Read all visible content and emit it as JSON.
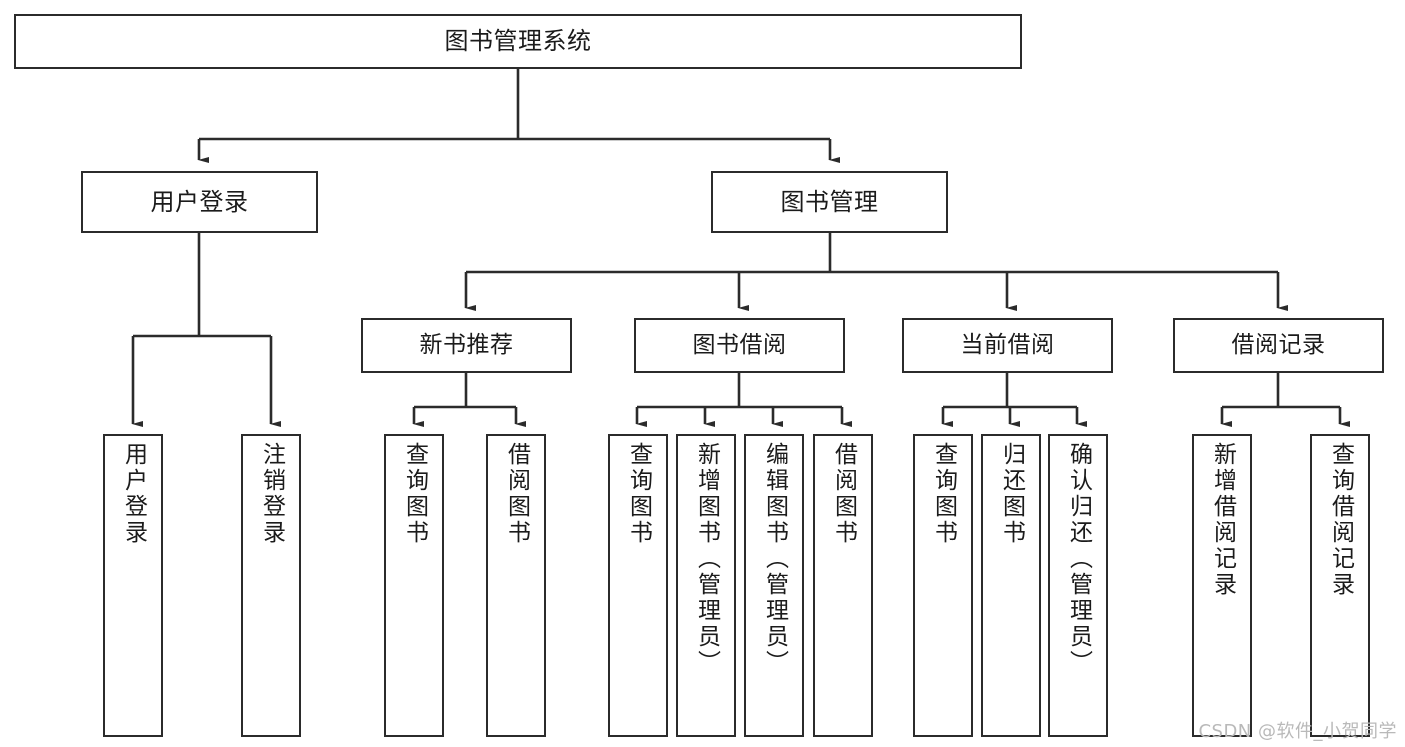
{
  "diagram": {
    "title": "图书管理系统",
    "type": "tree",
    "watermark": "CSDN @软件_小贺同学",
    "colors": {
      "box_border": "#2b2b2b",
      "box_fill": "#ffffff",
      "edge": "#2b2b2b",
      "text": "#1b1b1b",
      "watermark": "#b9b9b9",
      "background": "#ffffff"
    },
    "nodes": {
      "root": {
        "label": "图书管理系统"
      },
      "level2": [
        {
          "id": "user-login",
          "label": "用户登录"
        },
        {
          "id": "book-manage",
          "label": "图书管理"
        }
      ],
      "level3": [
        {
          "id": "new-book-recommend",
          "label": "新书推荐"
        },
        {
          "id": "book-borrow",
          "label": "图书借阅"
        },
        {
          "id": "current-borrow",
          "label": "当前借阅"
        },
        {
          "id": "borrow-record",
          "label": "借阅记录"
        }
      ],
      "leaves": {
        "user_login": [
          {
            "id": "leaf-user-login",
            "label": "用户登录"
          },
          {
            "id": "leaf-logout",
            "label": "注销登录"
          }
        ],
        "new_book_recommend": [
          {
            "id": "leaf-query-book-1",
            "label": "查询图书"
          },
          {
            "id": "leaf-borrow-book-1",
            "label": "借阅图书"
          }
        ],
        "book_borrow": [
          {
            "id": "leaf-query-book-2",
            "label": "查询图书"
          },
          {
            "id": "leaf-add-book",
            "label": "新增图书（管理员）"
          },
          {
            "id": "leaf-edit-book",
            "label": "编辑图书（管理员）"
          },
          {
            "id": "leaf-borrow-book-2",
            "label": "借阅图书"
          }
        ],
        "current_borrow": [
          {
            "id": "leaf-query-book-3",
            "label": "查询图书"
          },
          {
            "id": "leaf-return-book",
            "label": "归还图书"
          },
          {
            "id": "leaf-confirm-return",
            "label": "确认归还（管理员）"
          }
        ],
        "borrow_record": [
          {
            "id": "leaf-add-record",
            "label": "新增借阅记录"
          },
          {
            "id": "leaf-query-record",
            "label": "查询借阅记录"
          }
        ]
      }
    },
    "edges": [
      {
        "from": "图书管理系统",
        "to": "用户登录"
      },
      {
        "from": "图书管理系统",
        "to": "图书管理"
      },
      {
        "from": "用户登录",
        "to": "用户登录"
      },
      {
        "from": "用户登录",
        "to": "注销登录"
      },
      {
        "from": "图书管理",
        "to": "新书推荐"
      },
      {
        "from": "图书管理",
        "to": "图书借阅"
      },
      {
        "from": "图书管理",
        "to": "当前借阅"
      },
      {
        "from": "图书管理",
        "to": "借阅记录"
      },
      {
        "from": "新书推荐",
        "to": "查询图书"
      },
      {
        "from": "新书推荐",
        "to": "借阅图书"
      },
      {
        "from": "图书借阅",
        "to": "查询图书"
      },
      {
        "from": "图书借阅",
        "to": "新增图书（管理员）"
      },
      {
        "from": "图书借阅",
        "to": "编辑图书（管理员）"
      },
      {
        "from": "图书借阅",
        "to": "借阅图书"
      },
      {
        "from": "当前借阅",
        "to": "查询图书"
      },
      {
        "from": "当前借阅",
        "to": "归还图书"
      },
      {
        "from": "当前借阅",
        "to": "确认归还（管理员）"
      },
      {
        "from": "借阅记录",
        "to": "新增借阅记录"
      },
      {
        "from": "借阅记录",
        "to": "查询借阅记录"
      }
    ]
  }
}
